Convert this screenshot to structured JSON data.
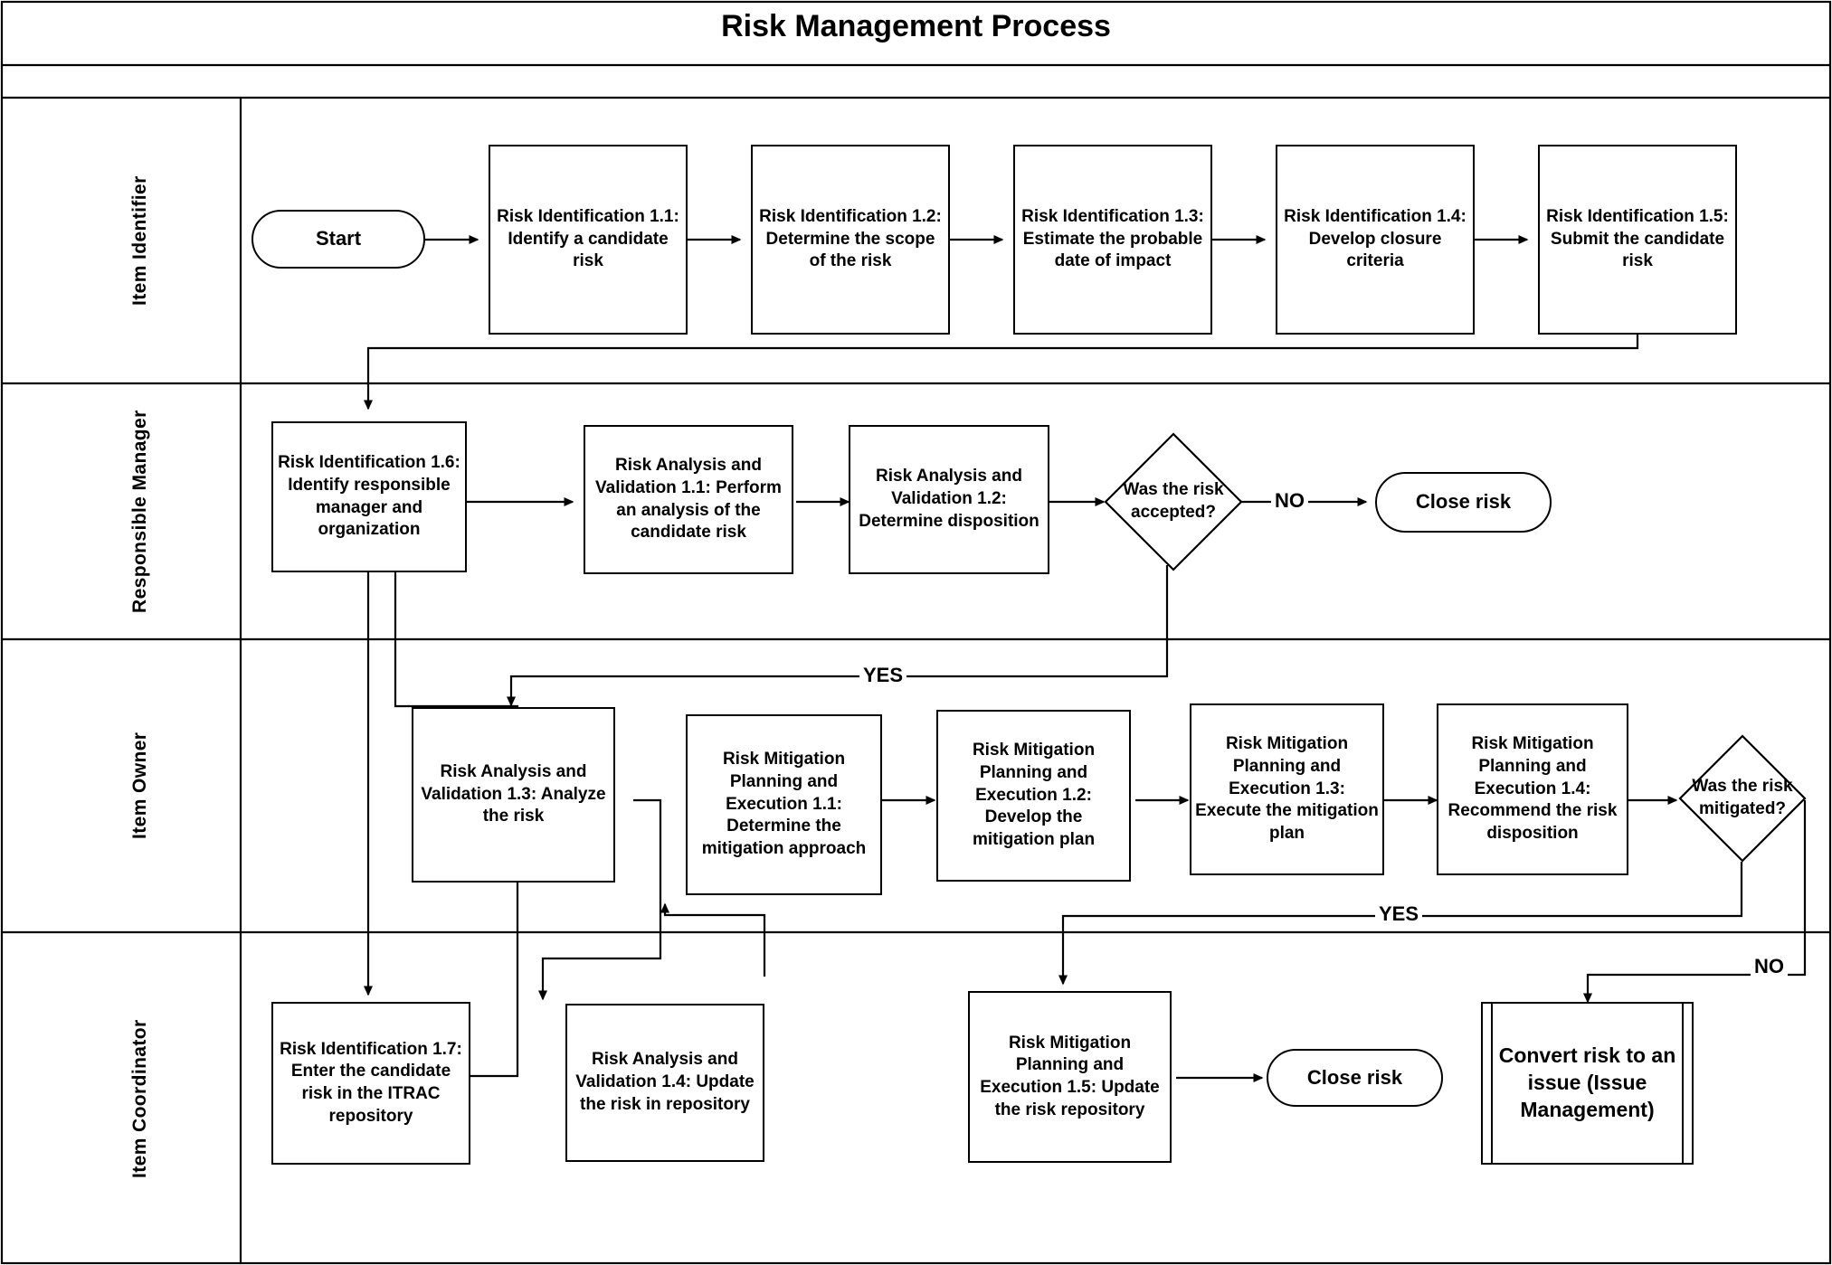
{
  "title": "Risk Management Process",
  "lanes": [
    {
      "id": "item-identifier",
      "label": "Item Identifier"
    },
    {
      "id": "responsible-manager",
      "label": "Responsible Manager"
    },
    {
      "id": "item-owner",
      "label": "Item Owner"
    },
    {
      "id": "item-coordinator",
      "label": "Item Coordinator"
    }
  ],
  "nodes": {
    "start": "Start",
    "ri_1_1": "Risk Identification 1.1: Identify a candidate risk",
    "ri_1_2": "Risk Identification 1.2: Determine the scope of the risk",
    "ri_1_3": "Risk Identification 1.3: Estimate the probable date of impact",
    "ri_1_4": "Risk Identification 1.4: Develop closure criteria",
    "ri_1_5": "Risk Identification 1.5: Submit the candidate risk",
    "ri_1_6": "Risk Identification 1.6: Identify responsible manager and organization",
    "ri_1_7": "Risk Identification 1.7: Enter the candidate risk in the ITRAC repository",
    "rav_1_1": "Risk Analysis and Validation 1.1: Perform an analysis of the candidate risk",
    "rav_1_2": "Risk Analysis and Validation 1.2: Determine disposition",
    "rav_1_3": "Risk Analysis and Validation 1.3: Analyze the risk",
    "rav_1_4": "Risk Analysis and Validation 1.4: Update the risk in repository",
    "rmpe_1_1": "Risk Mitigation Planning and Execution 1.1: Determine the mitigation approach",
    "rmpe_1_2": "Risk Mitigation Planning and Execution 1.2: Develop the mitigation plan",
    "rmpe_1_3": "Risk Mitigation Planning and Execution 1.3: Execute the mitigation plan",
    "rmpe_1_4": "Risk Mitigation Planning and Execution 1.4: Recommend the risk disposition",
    "rmpe_1_5": "Risk Mitigation Planning and Execution 1.5: Update the risk repository",
    "dec_accepted": "Was the risk accepted?",
    "dec_mitigated": "Was the risk mitigated?",
    "close_risk_manager": "Close risk",
    "close_risk_coordinator": "Close risk",
    "convert_issue": "Convert risk to an issue (Issue Management)"
  },
  "edge_labels": {
    "no_accepted": "NO",
    "yes_accepted": "YES",
    "yes_mitigated": "YES",
    "no_mitigated": "NO"
  },
  "colors": {
    "line": "#000000",
    "background": "#ffffff",
    "text": "#000000"
  }
}
